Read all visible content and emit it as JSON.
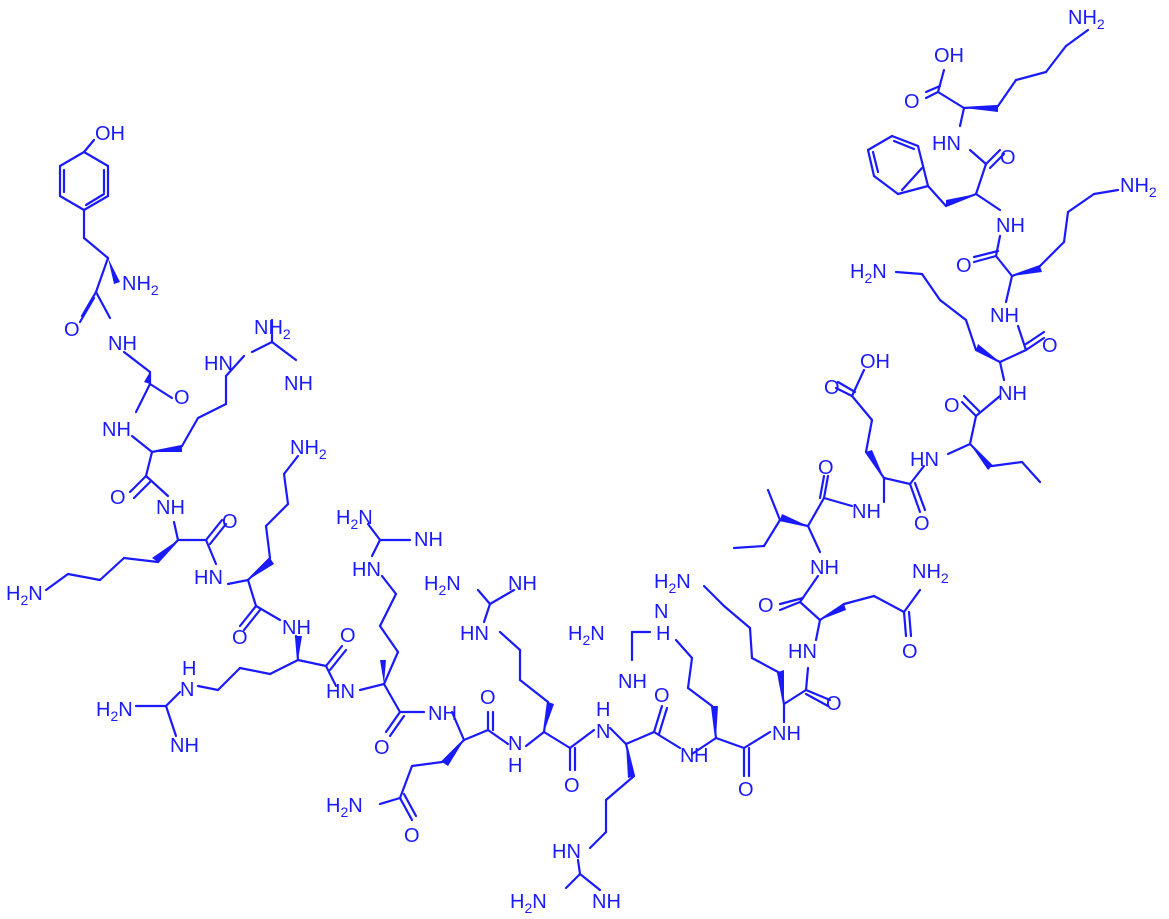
{
  "colors": {
    "atom": "#1a1aff",
    "background": "#ffffff"
  },
  "labels": [
    {
      "id": "tyr-oh",
      "text": "OH"
    },
    {
      "id": "tyr-nh2",
      "text": "NH",
      "sub": "2"
    },
    {
      "id": "tyr-o",
      "text": "O"
    },
    {
      "id": "gly-nh",
      "text": "NH"
    },
    {
      "id": "gly-o",
      "text": "O"
    },
    {
      "id": "arg1-nh",
      "text": "NH"
    },
    {
      "id": "arg1-hn",
      "text": "HN"
    },
    {
      "id": "arg1-nh2",
      "text": "NH",
      "sub": "2"
    },
    {
      "id": "arg1-nh-imine",
      "text": "NH"
    },
    {
      "id": "arg1-o",
      "text": "O"
    },
    {
      "id": "lys1-nh",
      "text": "NH"
    },
    {
      "id": "lys1-h2n",
      "text": "H",
      "sub": "2",
      "tail": "N"
    },
    {
      "id": "lys1-o",
      "text": "O"
    },
    {
      "id": "lys2-hn",
      "text": "HN"
    },
    {
      "id": "lys2-nh2",
      "text": "NH",
      "sub": "2"
    },
    {
      "id": "lys2-o",
      "text": "O"
    },
    {
      "id": "arg2-nh",
      "text": "NH"
    },
    {
      "id": "arg2-o",
      "text": "O"
    },
    {
      "id": "arg2-h2n",
      "text": "H",
      "sub": "2",
      "tail": "N"
    },
    {
      "id": "arg2-hn-top",
      "text": "H"
    },
    {
      "id": "arg2-n",
      "text": "N"
    },
    {
      "id": "arg2-nh",
      "text": "NH"
    },
    {
      "id": "arg3-h2n",
      "text": "H",
      "sub": "2",
      "tail": "N"
    },
    {
      "id": "arg3-nh-imine",
      "text": "NH"
    },
    {
      "id": "arg3-hn",
      "text": "HN"
    },
    {
      "id": "arg3-hn-bb",
      "text": "HN"
    },
    {
      "id": "arg3-o",
      "text": "O"
    },
    {
      "id": "gln1-nh",
      "text": "NH"
    },
    {
      "id": "gln1-o",
      "text": "O"
    },
    {
      "id": "gln1-h2n",
      "text": "H",
      "sub": "2",
      "tail": "N"
    },
    {
      "id": "gln1-o-side",
      "text": "O"
    },
    {
      "id": "arg4-h2n",
      "text": "H",
      "sub": "2",
      "tail": "N"
    },
    {
      "id": "arg4-nh-imine",
      "text": "NH"
    },
    {
      "id": "arg4-hn",
      "text": "HN"
    },
    {
      "id": "arg4-n",
      "text": "N"
    },
    {
      "id": "arg4-h",
      "text": "H"
    },
    {
      "id": "arg4-o",
      "text": "O"
    },
    {
      "id": "arg5-h",
      "text": "H"
    },
    {
      "id": "arg5-n",
      "text": "N"
    },
    {
      "id": "arg5-o",
      "text": "O"
    },
    {
      "id": "arg5-hn",
      "text": "HN"
    },
    {
      "id": "arg5-h2n",
      "text": "H",
      "sub": "2",
      "tail": "N"
    },
    {
      "id": "arg5-nh-imine",
      "text": "NH"
    },
    {
      "id": "arg6-h2n",
      "text": "H",
      "sub": "2",
      "tail": "N"
    },
    {
      "id": "arg6-n",
      "text": "N"
    },
    {
      "id": "arg6-h",
      "text": "H"
    },
    {
      "id": "arg6-nh-imine",
      "text": "NH"
    },
    {
      "id": "arg6-bb-n",
      "text": "N"
    },
    {
      "id": "arg6-bb-h",
      "text": "H"
    },
    {
      "id": "arg6-o",
      "text": "O"
    },
    {
      "id": "lys3-h2n",
      "text": "H",
      "sub": "2",
      "tail": "N"
    },
    {
      "id": "lys3-nh",
      "text": "NH"
    },
    {
      "id": "lys3-o",
      "text": "O"
    },
    {
      "id": "gln2-hn",
      "text": "HN"
    },
    {
      "id": "gln2-o",
      "text": "O"
    },
    {
      "id": "gln2-nh2",
      "text": "NH",
      "sub": "2"
    },
    {
      "id": "gln2-o-side",
      "text": "O"
    },
    {
      "id": "ile1-nh",
      "text": "NH"
    },
    {
      "id": "ile1-o",
      "text": "O"
    },
    {
      "id": "glu-nh",
      "text": "NH"
    },
    {
      "id": "glu-o",
      "text": "O"
    },
    {
      "id": "glu-acid-o",
      "text": "O"
    },
    {
      "id": "glu-oh",
      "text": "OH"
    },
    {
      "id": "ile2-hn",
      "text": "HN"
    },
    {
      "id": "ile2-o",
      "text": "O"
    },
    {
      "id": "lys4-nh",
      "text": "NH"
    },
    {
      "id": "lys4-h2n",
      "text": "H",
      "sub": "2",
      "tail": "N"
    },
    {
      "id": "lys4-o",
      "text": "O"
    },
    {
      "id": "lys5-nh",
      "text": "NH"
    },
    {
      "id": "lys5-nh2",
      "text": "NH",
      "sub": "2"
    },
    {
      "id": "lys5-o",
      "text": "O"
    },
    {
      "id": "phe-nh",
      "text": "NH"
    },
    {
      "id": "phe-o",
      "text": "O"
    },
    {
      "id": "lys6-hn",
      "text": "HN"
    },
    {
      "id": "lys6-oh",
      "text": "OH"
    },
    {
      "id": "lys6-o",
      "text": "O"
    },
    {
      "id": "lys6-nh2",
      "text": "NH",
      "sub": "2"
    }
  ]
}
